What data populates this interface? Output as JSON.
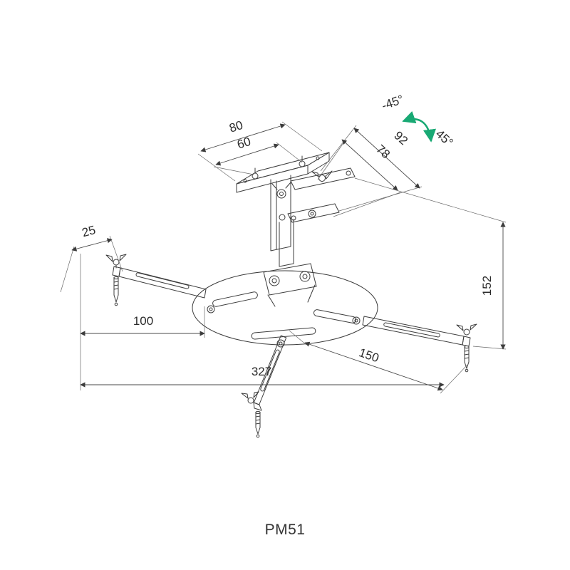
{
  "product_label": "PM51",
  "dimensions": {
    "top_plate_outer": "80",
    "top_plate_inner": "60",
    "bracket_outer": "92",
    "bracket_inner": "78",
    "rotation_ccw": "-45°",
    "rotation_cw": "45°",
    "edge_offset": "25",
    "height": "152",
    "arm_short": "100",
    "arm_long": "150",
    "total_width": "327"
  },
  "colors": {
    "accent": "#19a974",
    "line": "#3c3c3c"
  }
}
